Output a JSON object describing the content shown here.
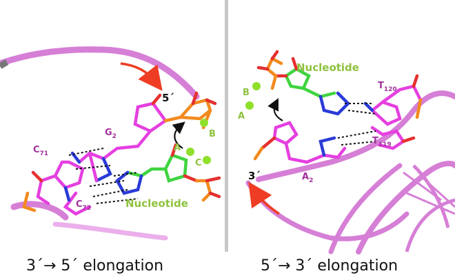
{
  "left_panel": {
    "end_label": "5´",
    "g_label": "G",
    "g_sub": "2",
    "c71_label": "C",
    "c71_sub": "71",
    "c72_label": "C",
    "c72_sub": "72",
    "nucleotide_label": "Nucleotide",
    "metal_a": "A",
    "metal_b": "B",
    "metal_c": "C",
    "caption": "3´→ 5´ elongation"
  },
  "right_panel": {
    "end_label": "3´",
    "nucleotide_label": "Nucleotide",
    "metal_a": "A",
    "metal_b": "B",
    "t120_label": "T",
    "t120_sub": "120",
    "t119_label": "T",
    "t119_sub": "119",
    "a2_label": "A",
    "a2_sub": "2",
    "caption": "5´→ 3´ elongation"
  },
  "colors": {
    "backbone": "#d67fd6",
    "carbon_magenta": "#e53fe0",
    "carbon_green": "#3fd43f",
    "nitrogen": "#2b3bd8",
    "oxygen": "#e53030",
    "phosphate": "#f28a1e",
    "metal_ion": "#8fe02a",
    "arrow_red": "#ee3d24",
    "divider": "#c8c8c8"
  }
}
